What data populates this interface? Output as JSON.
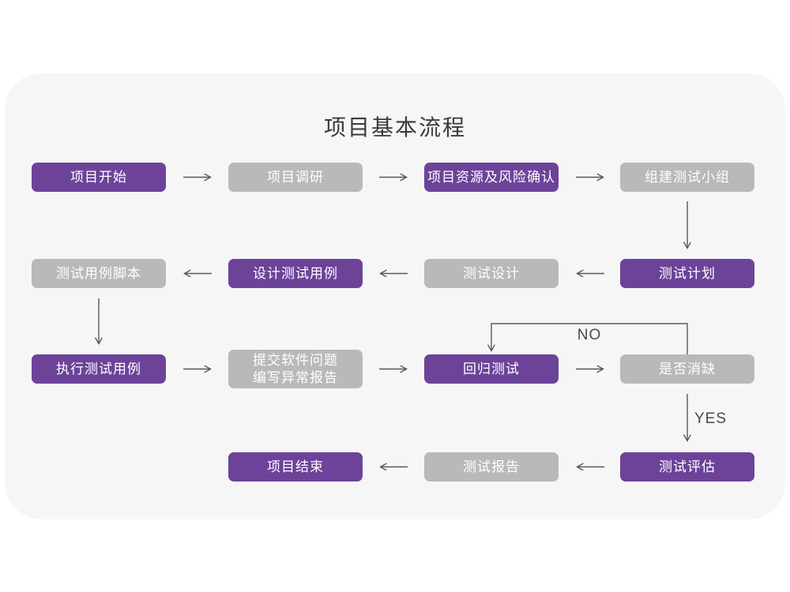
{
  "title": "项目基本流程",
  "labels": {
    "no": "NO",
    "yes": "YES"
  },
  "colors": {
    "node_purple": "#6C4399",
    "node_gray": "#B9B9B9",
    "card_background": "#F6F6F6",
    "arrow": "#58585A",
    "title_text": "#3B3B3B",
    "node_text": "#FFFFFF"
  },
  "nodes": [
    {
      "text": "项目开始",
      "type": "purple"
    },
    {
      "text": "项目调研",
      "type": "gray"
    },
    {
      "text": "项目资源及风险确认",
      "type": "purple"
    },
    {
      "text": "组建测试小组",
      "type": "gray"
    },
    {
      "text": "测试用例脚本",
      "type": "gray"
    },
    {
      "text": "设计测试用例",
      "type": "purple"
    },
    {
      "text": "测试设计",
      "type": "gray"
    },
    {
      "text": "测试计划",
      "type": "purple"
    },
    {
      "text": "执行测试用例",
      "type": "purple"
    },
    {
      "line1": "提交软件问题",
      "line2": "编写异常报告",
      "type": "gray"
    },
    {
      "text": "回归测试",
      "type": "purple"
    },
    {
      "text": "是否消缺",
      "type": "gray"
    },
    {
      "text": "项目结束",
      "type": "purple"
    },
    {
      "text": "测试报告",
      "type": "gray"
    },
    {
      "text": "测试评估",
      "type": "purple"
    }
  ]
}
